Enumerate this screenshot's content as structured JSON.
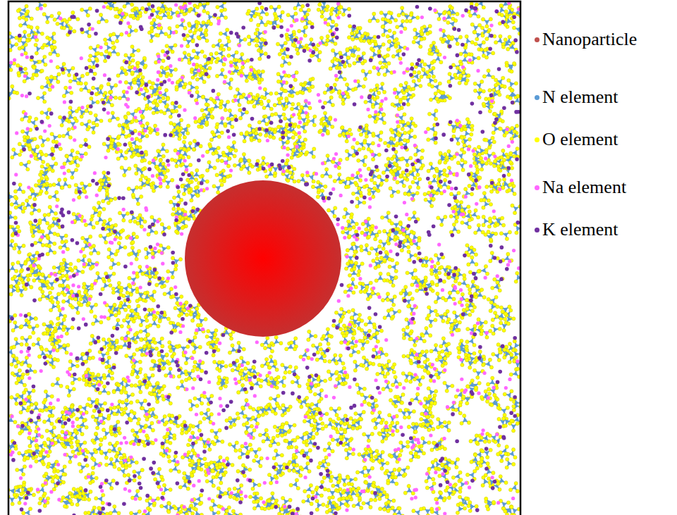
{
  "diagram": {
    "legend": [
      {
        "text": "Nanoparticle",
        "color": "#c0504d"
      },
      {
        "text": "N element",
        "color": "#5b9bd5"
      },
      {
        "text": "O element",
        "color": "#ffff00"
      },
      {
        "text": "Na element",
        "color": "#ff66ff"
      },
      {
        "text": "K element",
        "color": "#7030a0"
      }
    ]
  }
}
